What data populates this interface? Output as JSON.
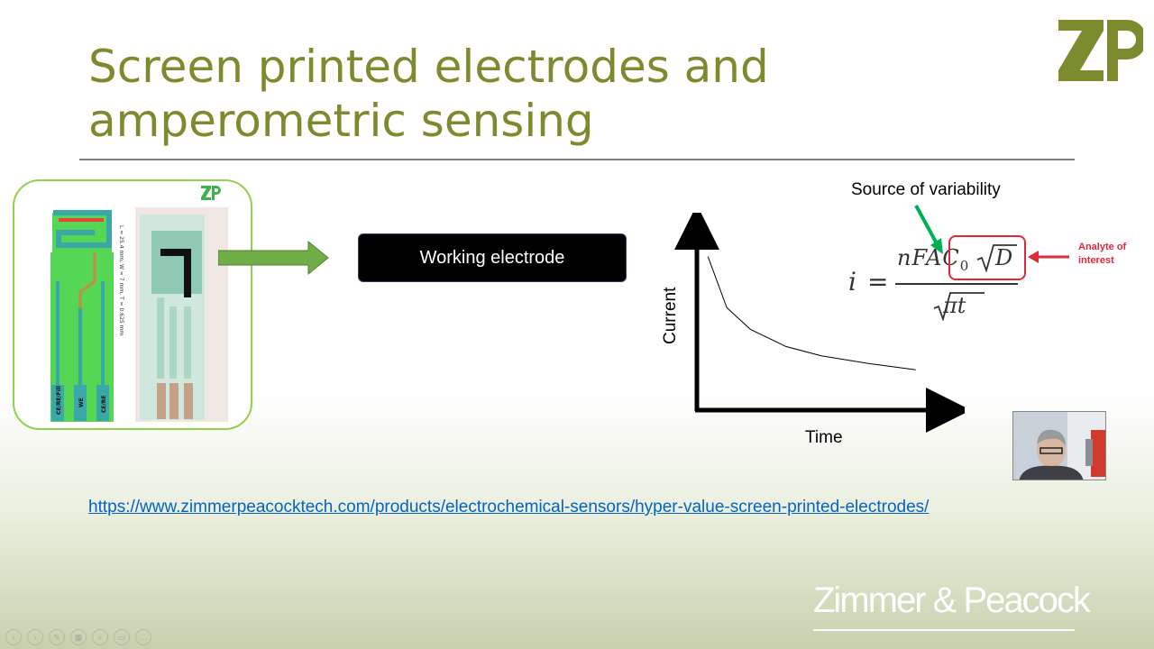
{
  "slide": {
    "title": "Screen printed electrodes and amperometric sensing",
    "working_electrode_label": "Working electrode",
    "electrode_dimensions": "L = 25.4 mm, W = 7 mm, T = 0.625 mm",
    "electrode_pads": [
      "CE/RE/Fill",
      "WE",
      "CE/RE"
    ],
    "source_variability": "Source of variability",
    "analyte_label": "Analyte of interest",
    "link": "https://www.zimmerpeacocktech.com/products/electrochemical-sensors/hyper-value-screen-printed-electrodes/",
    "brand": "Zimmer & Peacock",
    "formula": {
      "lhs": "i",
      "eq": "=",
      "numerator": "nFAC",
      "subscript": "0",
      "numerator_root": "D",
      "denominator": "πt"
    }
  },
  "chart_data": {
    "type": "line",
    "title": "",
    "xlabel": "Time",
    "ylabel": "Current",
    "series": [
      {
        "values": [
          [
            0.02,
            0.95
          ],
          [
            0.1,
            0.62
          ],
          [
            0.2,
            0.48
          ],
          [
            0.35,
            0.37
          ],
          [
            0.5,
            0.31
          ],
          [
            0.7,
            0.26
          ],
          [
            0.9,
            0.22
          ]
        ]
      }
    ],
    "xticks": [],
    "yticks": []
  },
  "colors": {
    "title": "#7a8c2e",
    "accent_green": "#92d050",
    "highlight_red": "#e0283a",
    "link": "#0563c1"
  },
  "controls": [
    "nav-back-icon",
    "nav-forward-icon",
    "pen-icon",
    "slides-icon",
    "zoom-icon",
    "subtitle-icon",
    "more-icon"
  ]
}
